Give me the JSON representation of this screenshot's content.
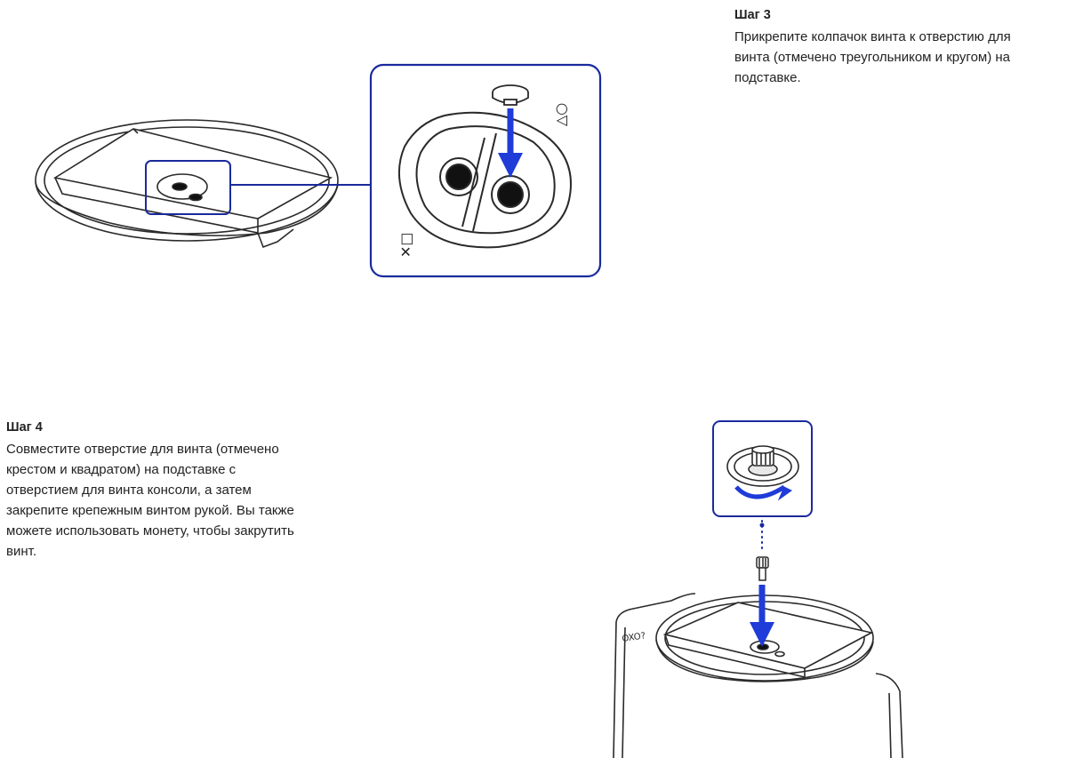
{
  "step3": {
    "title": "Шаг 3",
    "body": "Прикрепите колпачок винта к отверстию для\nвинта (отмечено треугольником и кругом) на\nподставке."
  },
  "step4": {
    "title": "Шаг 4",
    "body": "Совместите отверстие для винта (отмечено\nкрестом и квадратом) на подставке с\nотверстием для винта консоли, а затем\nзакрепите крепежным винтом рукой. Вы также\nможете использовать монету, чтобы закрутить\nвинт."
  },
  "marks": {
    "triangle_circle": "△○",
    "cross_square": "✕□"
  },
  "colors": {
    "callout_stroke": "#1a2a9c",
    "arrow": "#1f3bd8",
    "line_art": "#2a2a2a"
  }
}
